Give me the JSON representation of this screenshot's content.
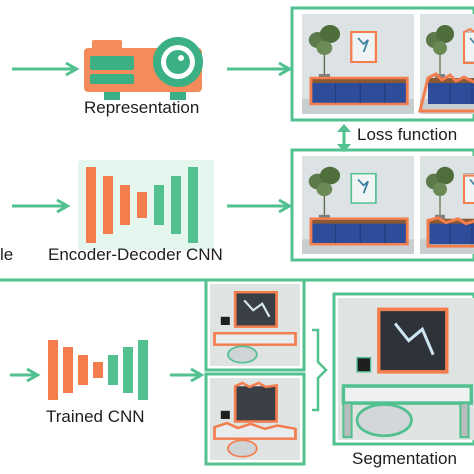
{
  "colors": {
    "green": "#52c08f",
    "orange": "#f47d4e",
    "projector_orange": "#f58a5b",
    "projector_green": "#3bb085",
    "background": "#ffffff",
    "text": "#1e1e1e"
  },
  "top_section": {
    "left_cut_text": "le",
    "representation_label": "Representation",
    "encoder_decoder_label": "Encoder-Decoder CNN",
    "loss_label": "Loss function"
  },
  "bottom_section": {
    "trained_label": "Trained CNN",
    "segmentation_label": "Segmentation"
  },
  "icons": [
    "projector-icon",
    "encoder-decoder-cnn-icon",
    "trained-cnn-icon",
    "double-arrow-icon"
  ]
}
